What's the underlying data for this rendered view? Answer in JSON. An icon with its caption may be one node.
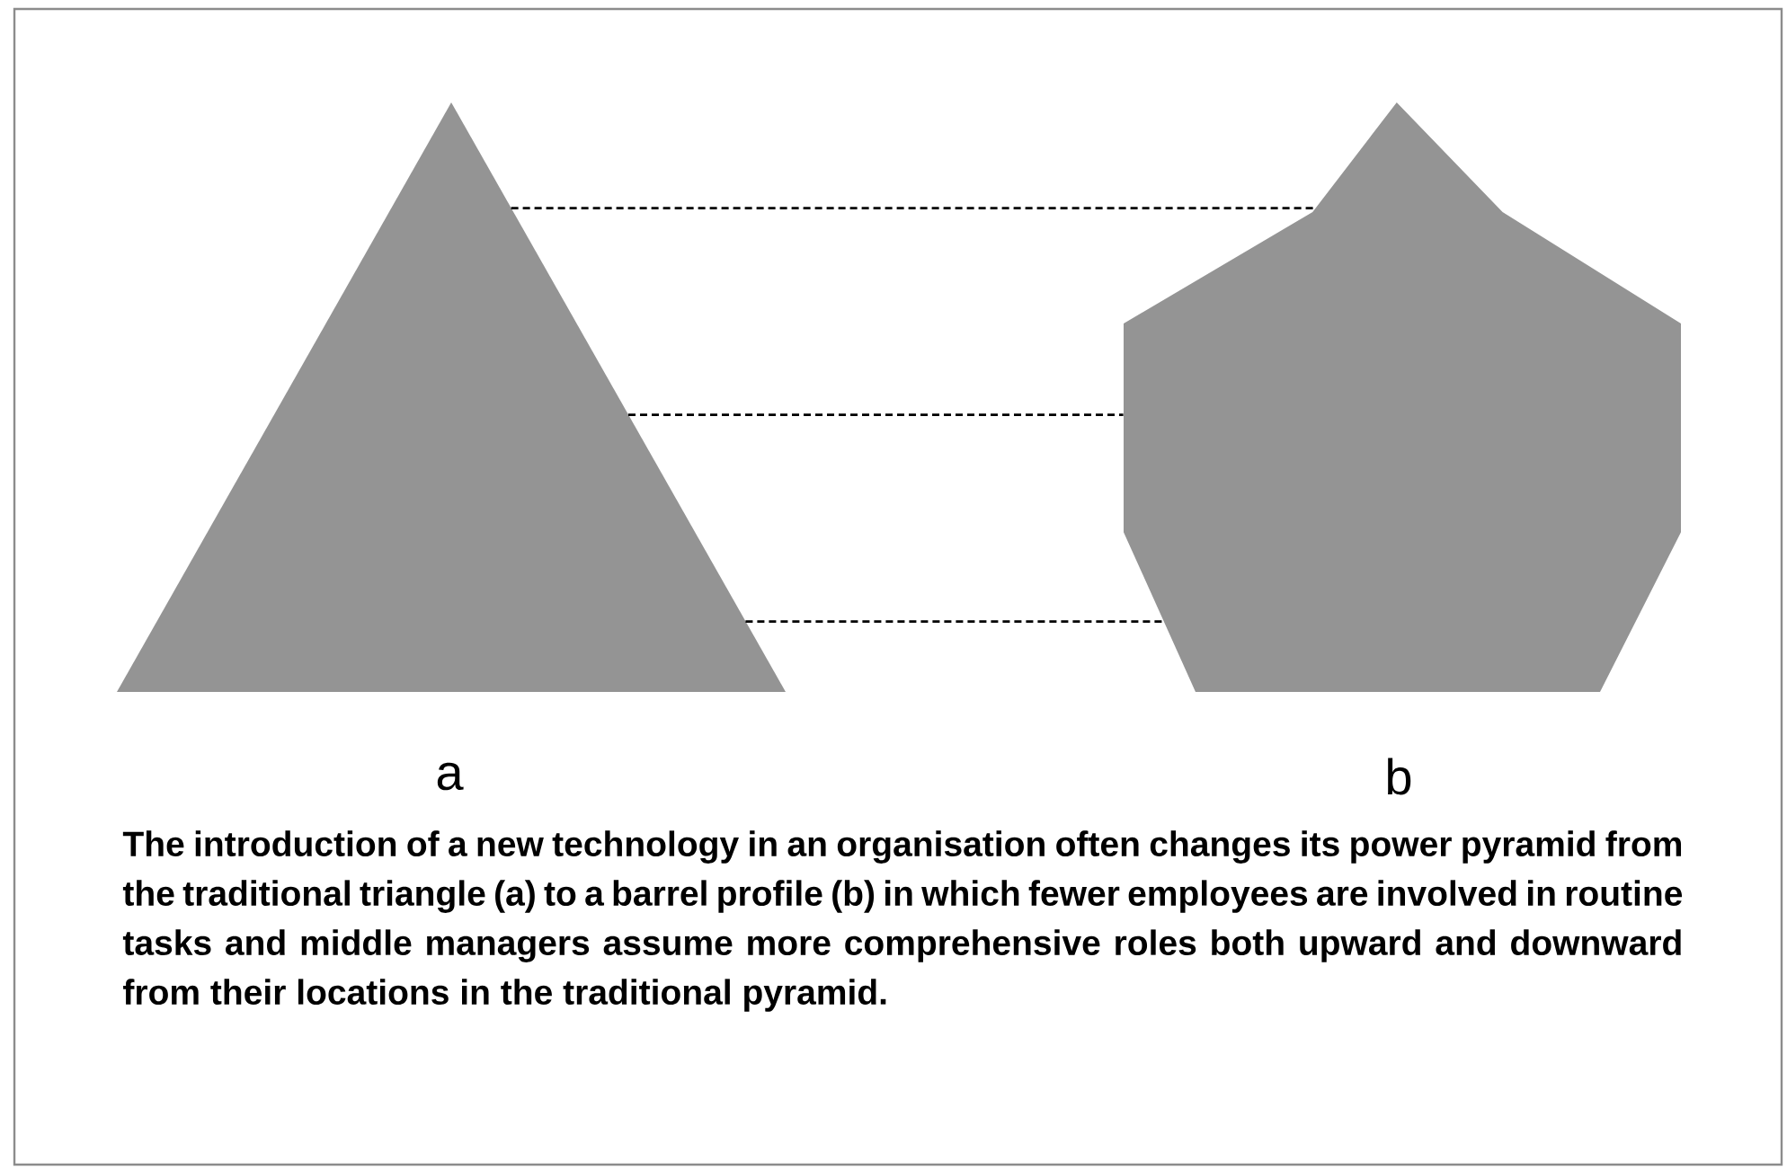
{
  "diagram": {
    "caption": "The introduction of a new technology in an organisation often changes its power pyramid from the traditional triangle (a) to a barrel profile (b) in which fewer employees are involved in routine tasks and middle managers assume more comprehensive roles both upward and downward from their locations in the traditional pyramid.",
    "nodes": [
      {
        "text": [],
        "shape": "triangle",
        "beside": [
          "a"
        ]
      },
      {
        "text": [],
        "shape": "barrel",
        "beside": [
          "b"
        ]
      }
    ],
    "edges": [
      {
        "from": 0,
        "to": 1,
        "arrow": "none",
        "style": "dashed"
      },
      {
        "from": 0,
        "to": 1,
        "arrow": "none",
        "style": "dashed"
      },
      {
        "from": 0,
        "to": 1,
        "arrow": "none",
        "style": "dashed"
      }
    ]
  }
}
